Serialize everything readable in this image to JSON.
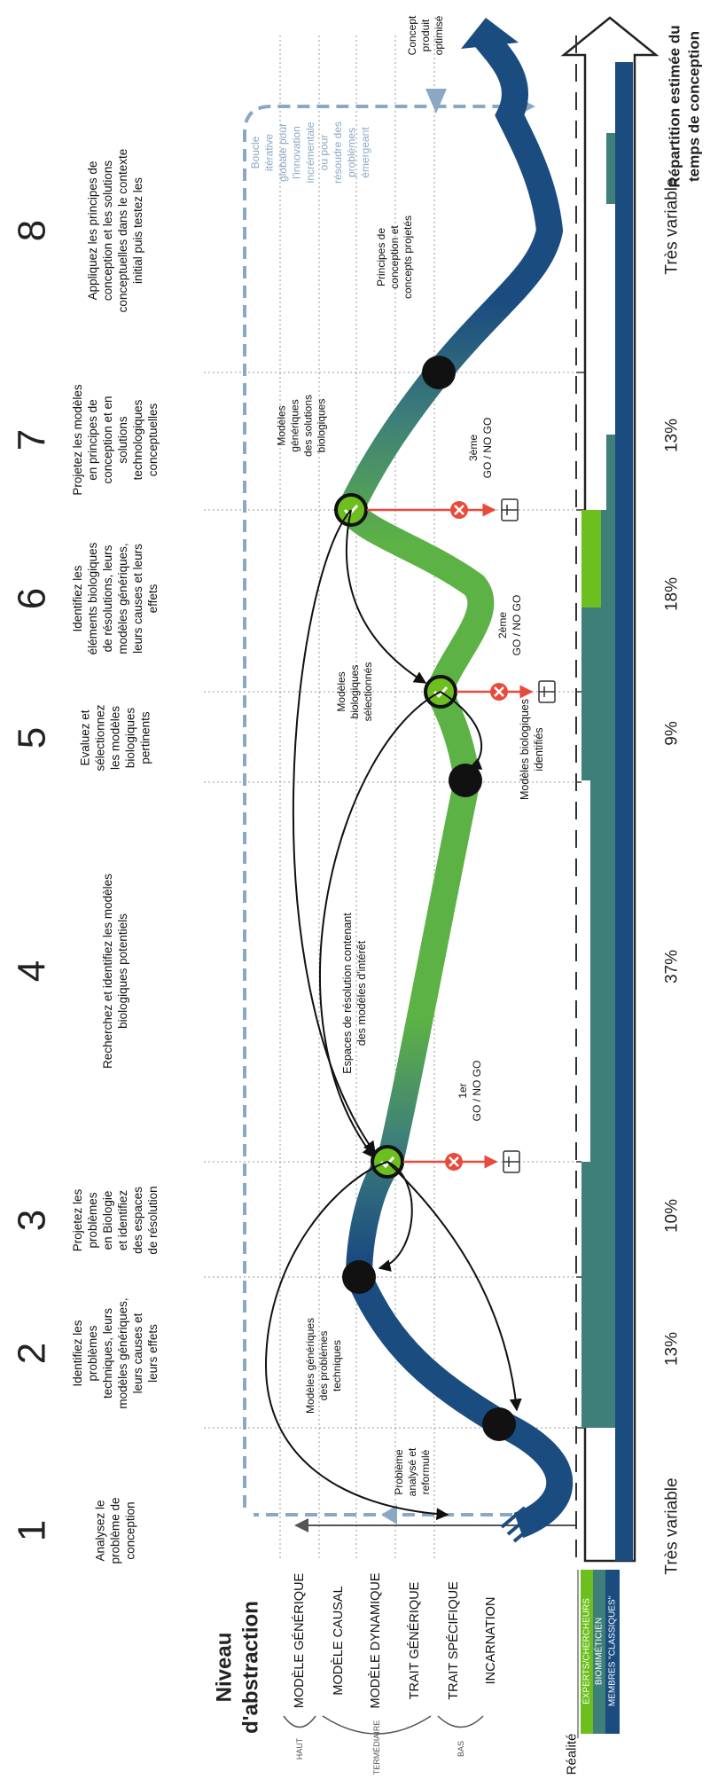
{
  "left_axis": {
    "title": [
      "Niveau",
      "d'abstraction"
    ],
    "levels": [
      "MODÈLE GÉNÉRIQUE",
      "MODÈLE CAUSAL",
      "MODÈLE DYNAMIQUE",
      "TRAIT GÉNÉRIQUE",
      "TRAIT SPÉCIFIQUE",
      "INCARNATION"
    ],
    "reality": "Réalité",
    "brackets": [
      "HAUT",
      "INTERMÉDIAIRE",
      "BAS"
    ]
  },
  "legend": {
    "experts": "EXPERTS/CHERCHEURS",
    "biomimeticien": "BIOMIMÉTICIEN",
    "membres": "MEMBRES \"CLASSIQUES\""
  },
  "steps": [
    {
      "num": "1",
      "lines": [
        "Analysez le",
        "problème de",
        "conception"
      ],
      "time": "Très variable"
    },
    {
      "num": "2",
      "lines": [
        "Identifiez les",
        "problèmes",
        "techniques, leurs",
        "modèles génériques,",
        "leurs causes et",
        "leurs effets"
      ],
      "time": "13%"
    },
    {
      "num": "3",
      "lines": [
        "Projetez les",
        "problèmes",
        "en Biologie",
        "et identifiez",
        "des espaces",
        "de résolution"
      ],
      "time": "10%"
    },
    {
      "num": "4",
      "lines": [
        "Recherchez et identifiez les modèles",
        "biologiques potentiels"
      ],
      "time": "37%"
    },
    {
      "num": "5",
      "lines": [
        "Evaluez et",
        "sélectionnez",
        "les modèles",
        "biologiques",
        "pertinents"
      ],
      "time": "9%"
    },
    {
      "num": "6",
      "lines": [
        "Identifiez les",
        "éléments biologiques",
        "de résolutions, leurs",
        "modèles génériques,",
        "leurs causes et leurs",
        "effets"
      ],
      "time": "18%"
    },
    {
      "num": "7",
      "lines": [
        "Projetez les modèles",
        "en principes de",
        "conception et en",
        "solutions",
        "technologiques",
        "conceptuelles"
      ],
      "time": "13%"
    },
    {
      "num": "8",
      "lines": [
        "Appliquez les principes de",
        "conception et les solutions",
        "conceptuelles dans le contexte",
        "initial puis testez les"
      ],
      "time": "Très variable"
    }
  ],
  "labels": {
    "probleme": [
      "Problème",
      "analysé et",
      "reformulé"
    ],
    "modeles_generiques_problemes": [
      "Modèles génériques",
      "des problèmes",
      "techniques"
    ],
    "espaces": [
      "Espaces de résolution contenant",
      "des modèles d'intérêt"
    ],
    "modeles_identifies": [
      "Modèles biologiques",
      "identifiés"
    ],
    "modeles_selectionnes": [
      "Modèles",
      "biologiques",
      "sélectionnés"
    ],
    "modeles_generiques_solutions": [
      "Modèles",
      "génériques",
      "des solutions",
      "biologiques"
    ],
    "principes": [
      "Principes de",
      "conception et",
      "concepts projetés"
    ],
    "boucle": [
      "Boucle",
      "itérative",
      "globale pour",
      "l'innovation",
      "incrémentale",
      "ou pour",
      "résoudre des",
      "problèmes",
      "émergeant"
    ],
    "concept": [
      "Concept",
      "produit",
      "optimisé"
    ]
  },
  "gates": [
    {
      "ord": "1",
      "sup": "er",
      "text": "GO / NO GO"
    },
    {
      "ord": "2",
      "sup": "ème",
      "text": "GO / NO GO"
    },
    {
      "ord": "3",
      "sup": "ème",
      "text": "GO / NO GO"
    }
  ],
  "time_axis_title": [
    "Répartition estimée du",
    "temps de conception"
  ],
  "colors": {
    "navy": "#1b4c80",
    "teal": "#3e8079",
    "green": "#5db245",
    "lime": "#6cbf1f",
    "dash": "#8aa8c4",
    "red": "#e84a3c"
  }
}
